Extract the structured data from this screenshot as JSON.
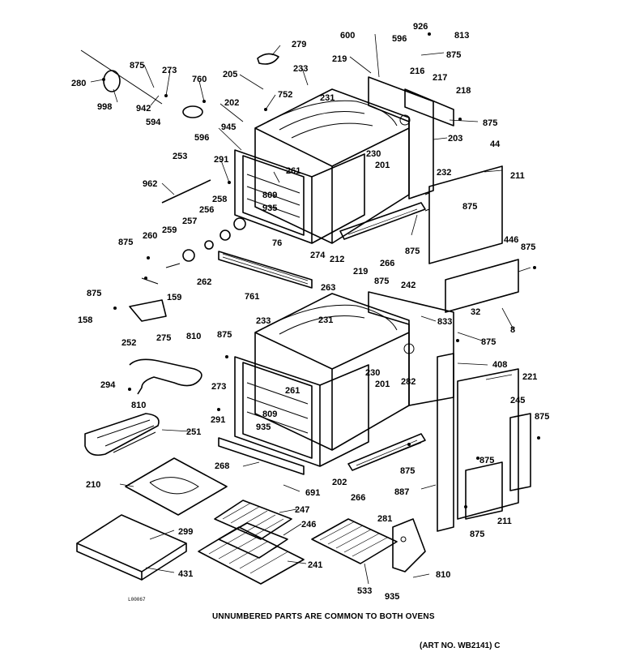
{
  "diagram": {
    "caption": "UNNUMBERED PARTS ARE COMMON TO BOTH OVENS",
    "art_number": "(ART NO. WB2141) C",
    "drawing_code": "L00067",
    "part_labels": [
      "280",
      "875",
      "273",
      "998",
      "942",
      "594",
      "760",
      "596",
      "279",
      "205",
      "752",
      "233",
      "202",
      "945",
      "253",
      "291",
      "962",
      "261",
      "809",
      "935",
      "258",
      "256",
      "257",
      "259",
      "260",
      "875",
      "76",
      "274",
      "262",
      "263",
      "761",
      "159",
      "875",
      "158",
      "275",
      "252",
      "810",
      "294",
      "810",
      "251",
      "600",
      "219",
      "926",
      "596",
      "813",
      "875",
      "216",
      "217",
      "218",
      "875",
      "231",
      "203",
      "230",
      "201",
      "232",
      "44",
      "211",
      "875",
      "212",
      "266",
      "875",
      "446",
      "875",
      "219",
      "875",
      "242",
      "833",
      "32",
      "8",
      "875",
      "233",
      "231",
      "230",
      "201",
      "282",
      "875",
      "273",
      "261",
      "291",
      "809",
      "935",
      "268",
      "691",
      "202",
      "266",
      "875",
      "408",
      "221",
      "245",
      "875",
      "875",
      "887",
      "210",
      "247",
      "246",
      "241",
      "299",
      "431",
      "281",
      "533",
      "935",
      "810",
      "211",
      "875"
    ]
  }
}
